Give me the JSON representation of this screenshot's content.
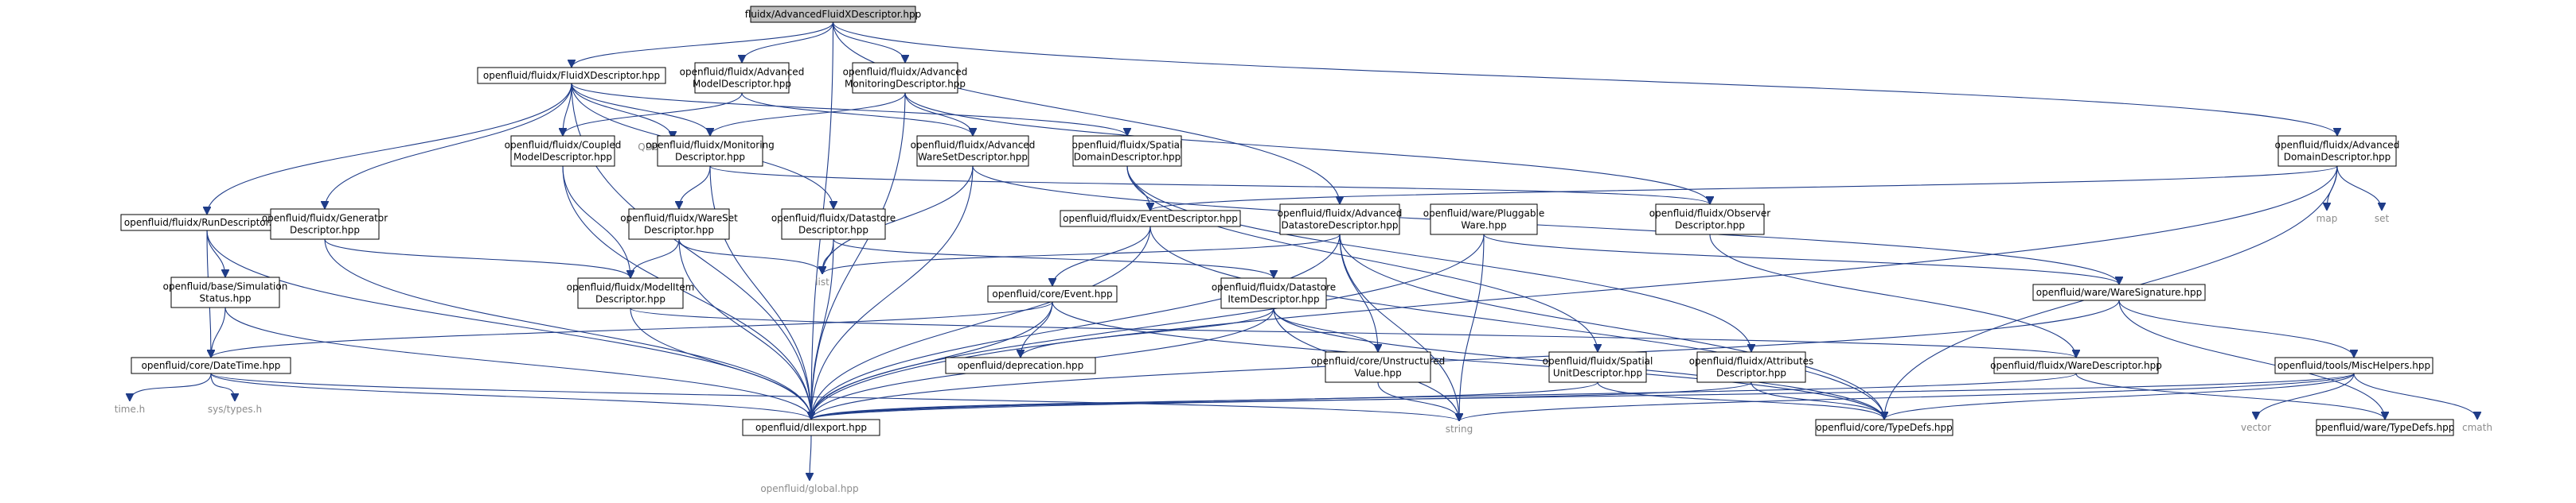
{
  "diagram": {
    "nodes": [
      {
        "id": "root",
        "lines": [
          "fluidx/AdvancedFluidXDescriptor.hpp"
        ],
        "root": true
      },
      {
        "id": "fluidx",
        "lines": [
          "openfluid/fluidx/FluidXDescriptor.hpp"
        ]
      },
      {
        "id": "advmodel",
        "lines": [
          "openfluid/fluidx/Advanced",
          "ModelDescriptor.hpp"
        ]
      },
      {
        "id": "advmon",
        "lines": [
          "openfluid/fluidx/Advanced",
          "MonitoringDescriptor.hpp"
        ]
      },
      {
        "id": "advdomain",
        "lines": [
          "openfluid/fluidx/Advanced",
          "DomainDescriptor.hpp"
        ]
      },
      {
        "id": "qdom",
        "lines": [
          "QDomElement"
        ],
        "system": true
      },
      {
        "id": "coupled",
        "lines": [
          "openfluid/fluidx/Coupled",
          "ModelDescriptor.hpp"
        ]
      },
      {
        "id": "monitoring",
        "lines": [
          "openfluid/fluidx/Monitoring",
          "Descriptor.hpp"
        ]
      },
      {
        "id": "advwareset",
        "lines": [
          "openfluid/fluidx/Advanced",
          "WareSetDescriptor.hpp"
        ]
      },
      {
        "id": "spatialdom",
        "lines": [
          "openfluid/fluidx/Spatial",
          "DomainDescriptor.hpp"
        ]
      },
      {
        "id": "runstatus",
        "lines": [
          "openfluid/fluidx/RunDescriptor.hpp"
        ]
      },
      {
        "id": "generator",
        "lines": [
          "openfluid/fluidx/Generator",
          "Descriptor.hpp"
        ]
      },
      {
        "id": "wareset",
        "lines": [
          "openfluid/fluidx/WareSet",
          "Descriptor.hpp"
        ]
      },
      {
        "id": "datastore",
        "lines": [
          "openfluid/fluidx/Datastore",
          "Descriptor.hpp"
        ]
      },
      {
        "id": "eventdesc",
        "lines": [
          "openfluid/fluidx/EventDescriptor.hpp"
        ]
      },
      {
        "id": "advdatastore",
        "lines": [
          "openfluid/fluidx/Advanced",
          "DatastoreDescriptor.hpp"
        ]
      },
      {
        "id": "pluggable",
        "lines": [
          "openfluid/ware/Pluggable",
          "Ware.hpp"
        ]
      },
      {
        "id": "observer",
        "lines": [
          "openfluid/fluidx/Observer",
          "Descriptor.hpp"
        ]
      },
      {
        "id": "map",
        "lines": [
          "map"
        ],
        "system": true
      },
      {
        "id": "set",
        "lines": [
          "set"
        ],
        "system": true
      },
      {
        "id": "simstatus",
        "lines": [
          "openfluid/base/Simulation",
          "Status.hpp"
        ]
      },
      {
        "id": "modelitem",
        "lines": [
          "openfluid/fluidx/ModelItem",
          "Descriptor.hpp"
        ]
      },
      {
        "id": "list",
        "lines": [
          "list"
        ],
        "system": true
      },
      {
        "id": "coreevent",
        "lines": [
          "openfluid/core/Event.hpp"
        ]
      },
      {
        "id": "dsitem",
        "lines": [
          "openfluid/fluidx/Datastore",
          "ItemDescriptor.hpp"
        ]
      },
      {
        "id": "waresig",
        "lines": [
          "openfluid/ware/WareSignature.hpp"
        ]
      },
      {
        "id": "datetime",
        "lines": [
          "openfluid/core/DateTime.hpp"
        ]
      },
      {
        "id": "deprecation",
        "lines": [
          "openfluid/deprecation.hpp"
        ]
      },
      {
        "id": "unstructured",
        "lines": [
          "openfluid/core/Unstructured",
          "Value.hpp"
        ]
      },
      {
        "id": "spatialunit",
        "lines": [
          "openfluid/fluidx/Spatial",
          "UnitDescriptor.hpp"
        ]
      },
      {
        "id": "attributes",
        "lines": [
          "openfluid/fluidx/Attributes",
          "Descriptor.hpp"
        ]
      },
      {
        "id": "waredesc",
        "lines": [
          "openfluid/fluidx/WareDescriptor.hpp"
        ]
      },
      {
        "id": "mischelpers",
        "lines": [
          "openfluid/tools/MiscHelpers.hpp"
        ]
      },
      {
        "id": "timeh",
        "lines": [
          "time.h"
        ],
        "system": true
      },
      {
        "id": "systypes",
        "lines": [
          "sys/types.h"
        ],
        "system": true
      },
      {
        "id": "dllexport",
        "lines": [
          "openfluid/dllexport.hpp"
        ]
      },
      {
        "id": "string",
        "lines": [
          "string"
        ],
        "system": true
      },
      {
        "id": "coretypedefs",
        "lines": [
          "openfluid/core/TypeDefs.hpp"
        ]
      },
      {
        "id": "vector",
        "lines": [
          "vector"
        ],
        "system": true
      },
      {
        "id": "waretypedefs",
        "lines": [
          "openfluid/ware/TypeDefs.hpp"
        ]
      },
      {
        "id": "cmath",
        "lines": [
          "cmath"
        ],
        "system": true
      },
      {
        "id": "global",
        "lines": [
          "openfluid/global.hpp"
        ],
        "system": true
      }
    ],
    "edges": [
      [
        "root",
        "fluidx"
      ],
      [
        "root",
        "advmodel"
      ],
      [
        "root",
        "advmon"
      ],
      [
        "root",
        "advdomain"
      ],
      [
        "root",
        "advdatastore"
      ],
      [
        "root",
        "dllexport"
      ],
      [
        "fluidx",
        "qdom"
      ],
      [
        "fluidx",
        "coupled"
      ],
      [
        "fluidx",
        "monitoring"
      ],
      [
        "fluidx",
        "spatialdom"
      ],
      [
        "fluidx",
        "runstatus"
      ],
      [
        "fluidx",
        "generator"
      ],
      [
        "fluidx",
        "datastore"
      ],
      [
        "fluidx",
        "dllexport"
      ],
      [
        "advmodel",
        "coupled"
      ],
      [
        "advmodel",
        "advwareset"
      ],
      [
        "advmon",
        "monitoring"
      ],
      [
        "advmon",
        "advwareset"
      ],
      [
        "advmon",
        "observer"
      ],
      [
        "advmon",
        "dllexport"
      ],
      [
        "advdomain",
        "eventdesc"
      ],
      [
        "advdomain",
        "map"
      ],
      [
        "advdomain",
        "set"
      ],
      [
        "advdomain",
        "dllexport"
      ],
      [
        "advdomain",
        "coretypedefs"
      ],
      [
        "coupled",
        "modelitem"
      ],
      [
        "coupled",
        "dllexport"
      ],
      [
        "monitoring",
        "wareset"
      ],
      [
        "monitoring",
        "observer"
      ],
      [
        "monitoring",
        "dllexport"
      ],
      [
        "advwareset",
        "list"
      ],
      [
        "advwareset",
        "dllexport"
      ],
      [
        "advwareset",
        "waresig"
      ],
      [
        "spatialdom",
        "eventdesc"
      ],
      [
        "spatialdom",
        "spatialunit"
      ],
      [
        "spatialdom",
        "attributes"
      ],
      [
        "runstatus",
        "simstatus"
      ],
      [
        "runstatus",
        "datetime"
      ],
      [
        "runstatus",
        "dllexport"
      ],
      [
        "generator",
        "modelitem"
      ],
      [
        "generator",
        "dllexport"
      ],
      [
        "wareset",
        "modelitem"
      ],
      [
        "wareset",
        "list"
      ],
      [
        "wareset",
        "dllexport"
      ],
      [
        "datastore",
        "list"
      ],
      [
        "datastore",
        "dsitem"
      ],
      [
        "datastore",
        "dllexport"
      ],
      [
        "eventdesc",
        "coreevent"
      ],
      [
        "eventdesc",
        "coretypedefs"
      ],
      [
        "eventdesc",
        "dllexport"
      ],
      [
        "advdatastore",
        "list"
      ],
      [
        "advdatastore",
        "unstructured"
      ],
      [
        "advdatastore",
        "string"
      ],
      [
        "advdatastore",
        "coretypedefs"
      ],
      [
        "advdatastore",
        "dllexport"
      ],
      [
        "pluggable",
        "waresig"
      ],
      [
        "pluggable",
        "string"
      ],
      [
        "pluggable",
        "dllexport"
      ],
      [
        "observer",
        "waredesc"
      ],
      [
        "simstatus",
        "datetime"
      ],
      [
        "simstatus",
        "dllexport"
      ],
      [
        "modelitem",
        "waredesc"
      ],
      [
        "modelitem",
        "dllexport"
      ],
      [
        "coreevent",
        "datetime"
      ],
      [
        "coreevent",
        "deprecation"
      ],
      [
        "coreevent",
        "coretypedefs"
      ],
      [
        "coreevent",
        "dllexport"
      ],
      [
        "dsitem",
        "deprecation"
      ],
      [
        "dsitem",
        "unstructured"
      ],
      [
        "dsitem",
        "coretypedefs"
      ],
      [
        "dsitem",
        "dllexport"
      ],
      [
        "dsitem",
        "string"
      ],
      [
        "waresig",
        "mischelpers"
      ],
      [
        "waresig",
        "waretypedefs"
      ],
      [
        "waresig",
        "dllexport"
      ],
      [
        "datetime",
        "timeh"
      ],
      [
        "datetime",
        "systypes"
      ],
      [
        "datetime",
        "string"
      ],
      [
        "datetime",
        "dllexport"
      ],
      [
        "unstructured",
        "string"
      ],
      [
        "spatialunit",
        "dllexport"
      ],
      [
        "spatialunit",
        "coretypedefs"
      ],
      [
        "attributes",
        "dllexport"
      ],
      [
        "attributes",
        "coretypedefs"
      ],
      [
        "waredesc",
        "waretypedefs"
      ],
      [
        "waredesc",
        "dllexport"
      ],
      [
        "mischelpers",
        "string"
      ],
      [
        "mischelpers",
        "vector"
      ],
      [
        "mischelpers",
        "cmath"
      ],
      [
        "mischelpers",
        "coretypedefs"
      ],
      [
        "mischelpers",
        "dllexport"
      ],
      [
        "dllexport",
        "global"
      ]
    ]
  }
}
